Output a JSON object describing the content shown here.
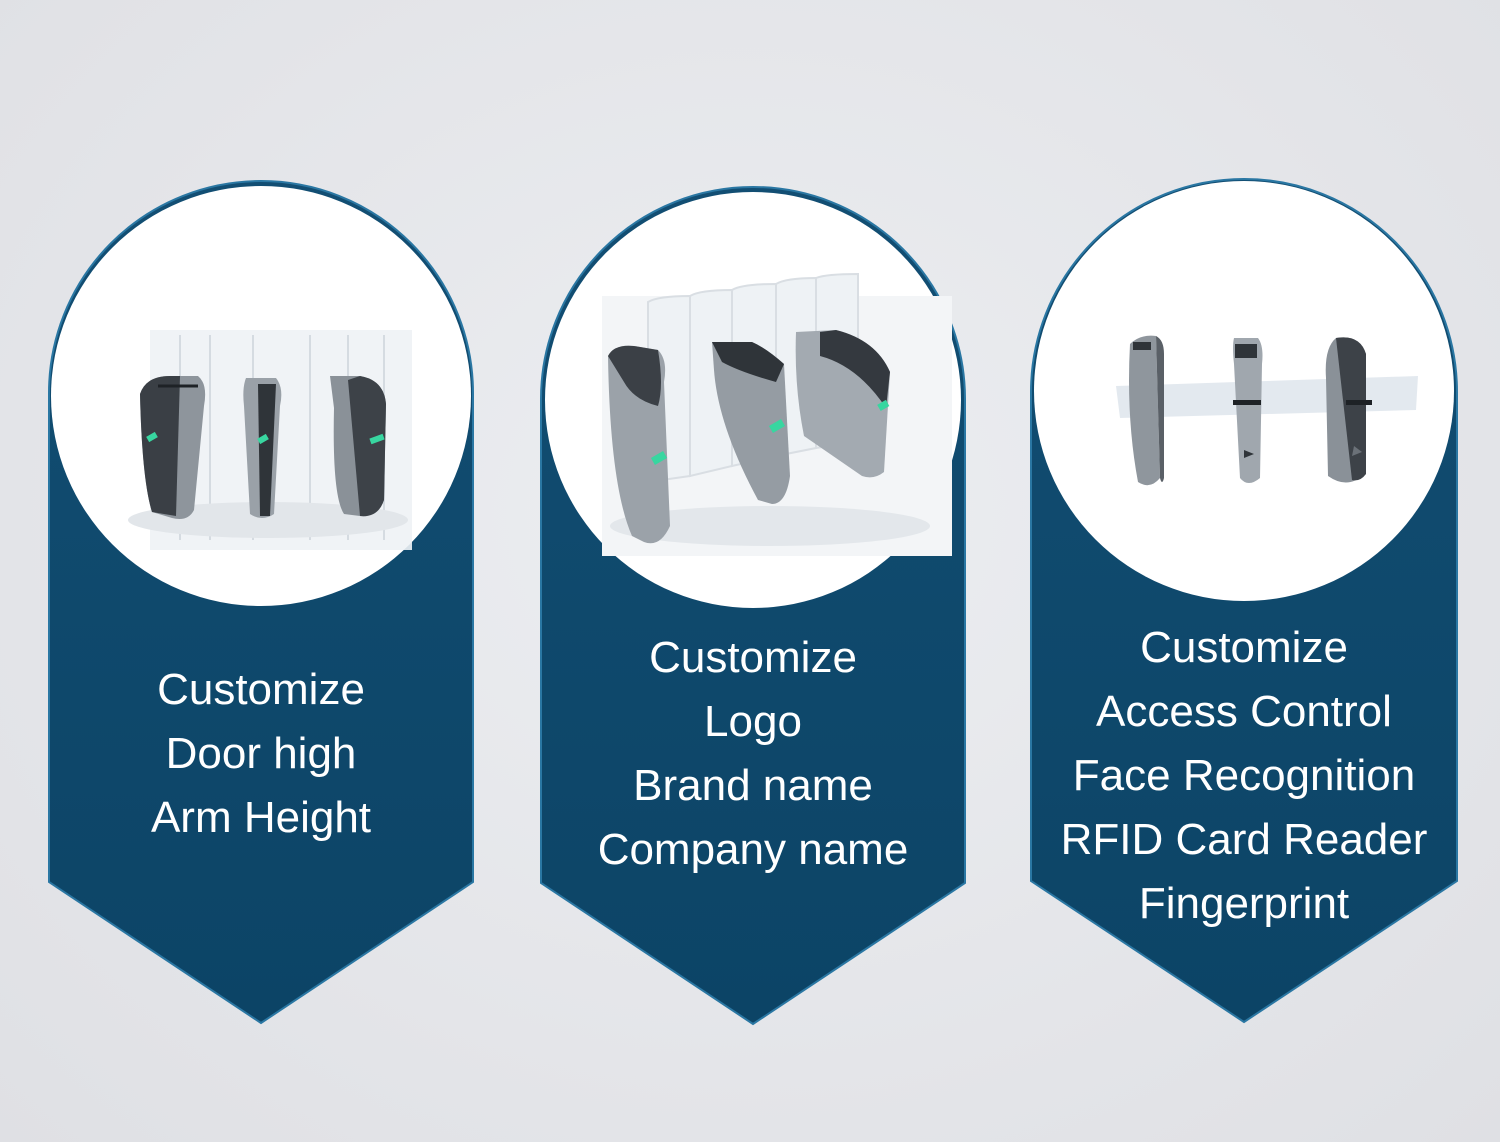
{
  "cards": [
    {
      "id": "door-arm-height",
      "image_icon": "turnstile-gates-icon",
      "lines": [
        "Customize",
        "Door high",
        "Arm Height"
      ]
    },
    {
      "id": "branding",
      "image_icon": "turnstile-gates-icon",
      "lines": [
        "Customize",
        "Logo",
        "Brand name",
        "Company name"
      ]
    },
    {
      "id": "access-control",
      "image_icon": "turnstile-gates-icon",
      "lines": [
        "Customize",
        "Access Control",
        "Face Recognition",
        "RFID Card Reader",
        "Fingerprint"
      ]
    }
  ],
  "colors": {
    "background": "#e4e5e9",
    "card_fill": "#0f4a6e",
    "card_border": "#1f6a96",
    "text": "#ffffff",
    "indicator": "#38d6a0"
  }
}
